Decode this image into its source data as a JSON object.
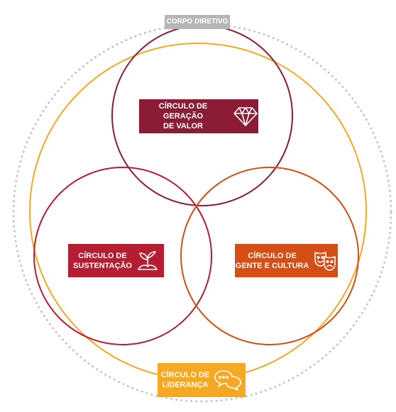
{
  "colors": {
    "dotted_outer": "#c4c4c4",
    "lideranca": "#f5a821",
    "geracao": "#8c1c35",
    "sustentacao": "#b51d33",
    "gente": "#d54e16",
    "corpo": "#b6b6b6"
  },
  "labels": {
    "corpo_diretivo": "CORPO DIRETIVO",
    "geracao_line1": "CÍRCULO DE GERAÇÃO",
    "geracao_line2": "DE VALOR",
    "sustentacao_line1": "CÍRCULO DE",
    "sustentacao_line2": "SUSTENTAÇÃO",
    "gente_line1": "CÍRCULO DE",
    "gente_line2": "GENTE E CULTURA",
    "lideranca_line1": "CÍRCULO DE",
    "lideranca_line2": "LIDERANÇA"
  },
  "icons": {
    "geracao": "diamond-icon",
    "sustentacao": "sprout-icon",
    "gente": "theater-masks-icon",
    "lideranca": "speech-bubbles-icon"
  }
}
